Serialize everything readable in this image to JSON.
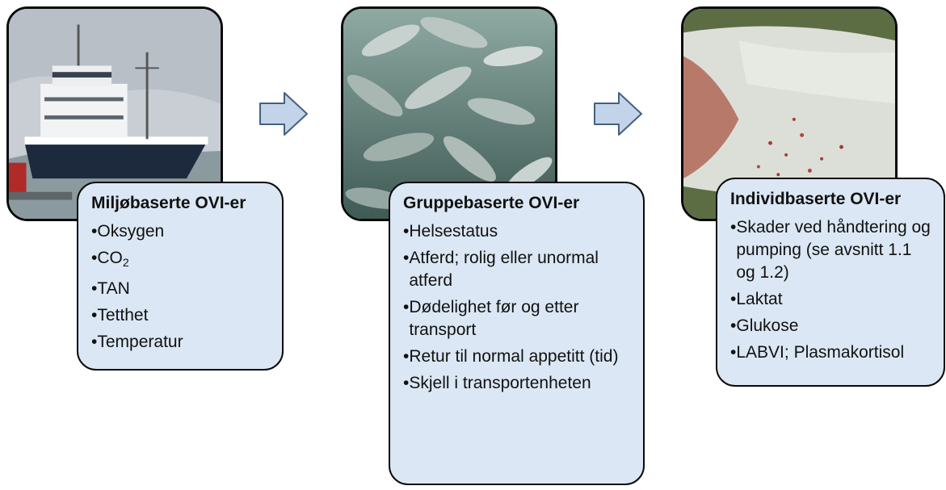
{
  "panels": [
    {
      "title": "Miljøbaserte OVI-er",
      "items": [
        {
          "text": "Oksygen"
        },
        {
          "text": "CO",
          "sub": "2"
        },
        {
          "text": "TAN"
        },
        {
          "text": "Tetthet"
        },
        {
          "text": "Temperatur"
        }
      ]
    },
    {
      "title": "Gruppebaserte OVI-er",
      "items": [
        {
          "text": "Helsestatus"
        },
        {
          "text": "Atferd; rolig eller unormal atferd"
        },
        {
          "text": "Dødelighet før og etter transport"
        },
        {
          "text": "Retur til normal appetitt (tid)"
        },
        {
          "text": "Skjell i transportenheten"
        }
      ]
    },
    {
      "title": "Individbaserte OVI-er",
      "items": [
        {
          "text": "Skader ved håndtering og pumping (se avsnitt 1.1 og 1.2)"
        },
        {
          "text": "Laktat"
        },
        {
          "text": "Glukose"
        },
        {
          "text": "LABVI; Plasmakortisol"
        }
      ]
    }
  ],
  "bullet": "•",
  "colors": {
    "card_fill": "#dbe7f4",
    "arrow_fill": "#c3d4ea",
    "arrow_stroke": "#46607e",
    "border": "#0a0a0a"
  }
}
